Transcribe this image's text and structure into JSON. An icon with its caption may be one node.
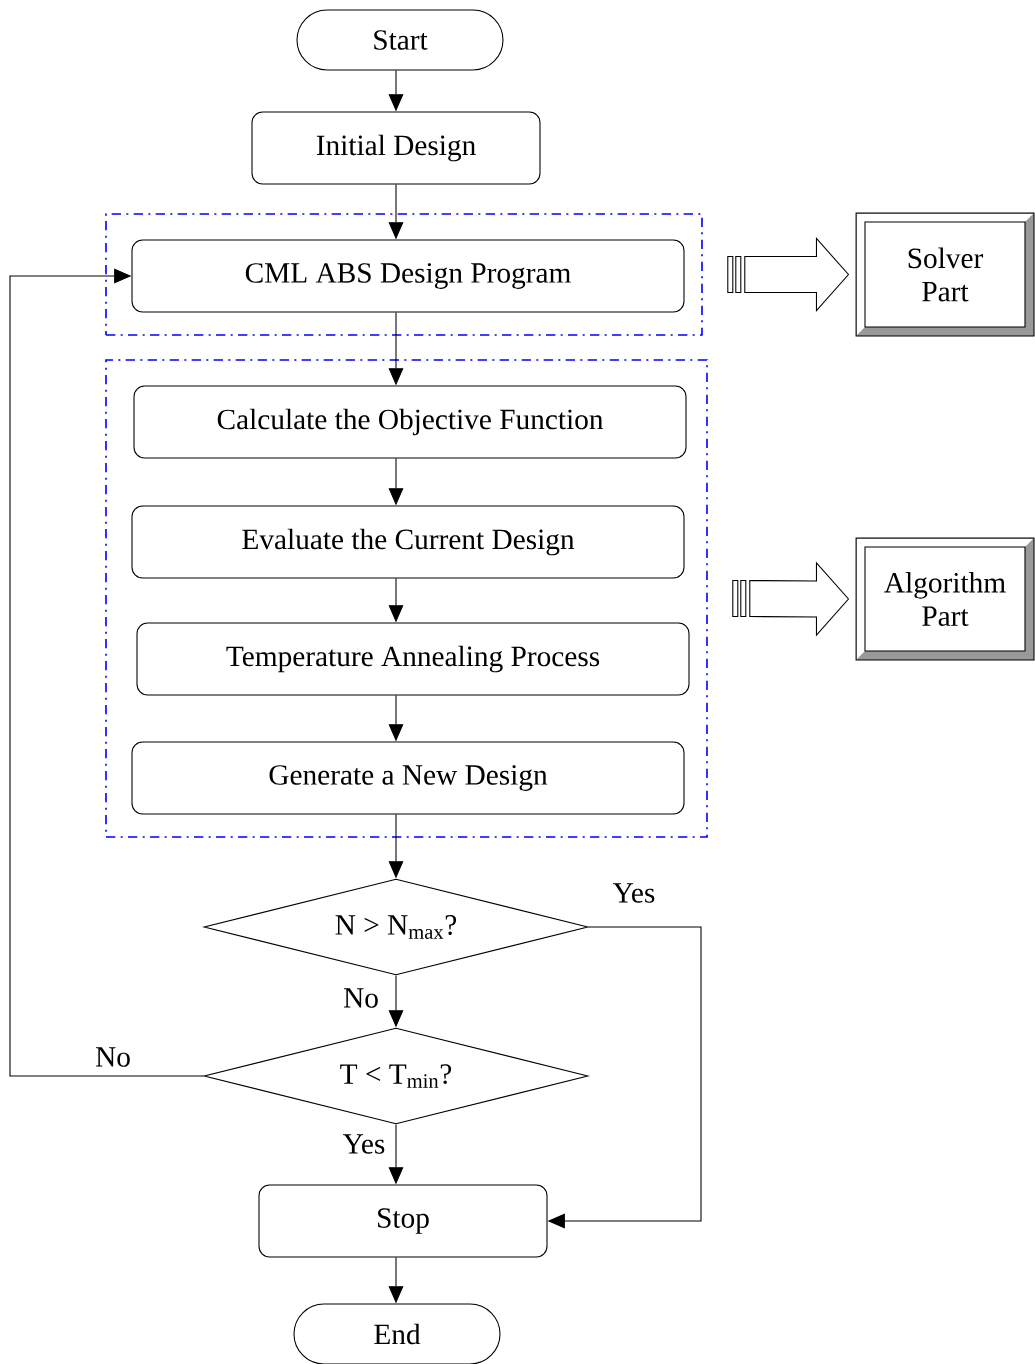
{
  "diagram": {
    "nodes": [
      {
        "text": [
          "Start"
        ]
      },
      {
        "text": [
          "Initial Design"
        ]
      },
      {
        "text": [],
        "shape": "box"
      },
      {
        "text": [
          "CML ABS Design Program"
        ],
        "in": 2
      },
      {
        "text": [],
        "shape": "box"
      },
      {
        "text": [
          "Calculate the Objective Function"
        ],
        "in": 4
      },
      {
        "text": [
          "Evaluate the Current Design"
        ],
        "in": 4
      },
      {
        "text": [
          "Temperature Annealing Process"
        ],
        "in": 4
      },
      {
        "text": [
          "Generate a New Design"
        ],
        "in": 4
      },
      {
        "text": [
          "N > N$_{max}$?"
        ]
      },
      {
        "text": [
          "T < T$_{min}$?"
        ]
      },
      {
        "text": [
          "Stop"
        ]
      },
      {
        "text": [
          "End"
        ]
      },
      {
        "text": [
          "Solver Part"
        ]
      },
      {
        "text": [
          "Algorithm Part"
        ]
      }
    ],
    "edges": [
      {
        "from": 0,
        "to": 1,
        "arrow": "to"
      },
      {
        "from": 1,
        "to": 3,
        "arrow": "to"
      },
      {
        "from": 3,
        "to": 5,
        "arrow": "to"
      },
      {
        "from": 5,
        "to": 6,
        "arrow": "to"
      },
      {
        "from": 6,
        "to": 7,
        "arrow": "to"
      },
      {
        "from": 7,
        "to": 8,
        "arrow": "to"
      },
      {
        "from": 8,
        "to": 9,
        "arrow": "to"
      },
      {
        "from": 9,
        "to": 10,
        "arrow": "to",
        "label": "No"
      },
      {
        "from": 9,
        "to": 11,
        "arrow": "to",
        "label": "Yes"
      },
      {
        "from": 10,
        "to": 11,
        "arrow": "to",
        "label": "Yes"
      },
      {
        "from": 10,
        "to": 3,
        "arrow": "to",
        "label": "No"
      },
      {
        "from": 11,
        "to": 12,
        "arrow": "to"
      },
      {
        "from": 2,
        "to": 13,
        "arrow": "to",
        "style": "thick"
      },
      {
        "from": 4,
        "to": 14,
        "arrow": "to",
        "style": "thick"
      }
    ]
  }
}
